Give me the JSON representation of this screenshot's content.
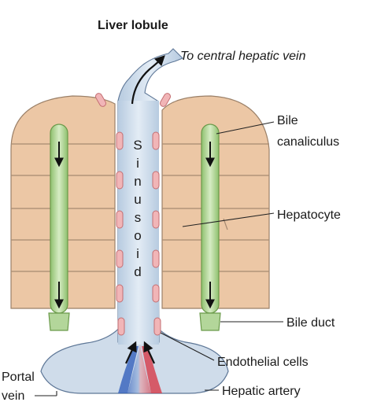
{
  "title": "Liver lobule",
  "labels": {
    "central_vein": "To central hepatic vein",
    "bile_canaliculus_1": "Bile",
    "bile_canaliculus_2": "canaliculus",
    "hepatocyte": "Hepatocyte",
    "bile_duct": "Bile duct",
    "endothelial_cells": "Endothelial cells",
    "portal_vein_1": "Portal",
    "portal_vein_2": "vein",
    "hepatic_artery": "Hepatic artery"
  },
  "sinusoid_letters": [
    "S",
    "i",
    "n",
    "u",
    "s",
    "o",
    "i",
    "d"
  ],
  "colors": {
    "hepatocyte": "#ecc7a5",
    "hepatocyte_stroke": "#9b8068",
    "sinusoid": "#cfdcea",
    "canaliculus": "#b3d69a",
    "endothelial": "#f1b5b7",
    "artery": "#d63a47",
    "portal": "#2a58b8"
  }
}
